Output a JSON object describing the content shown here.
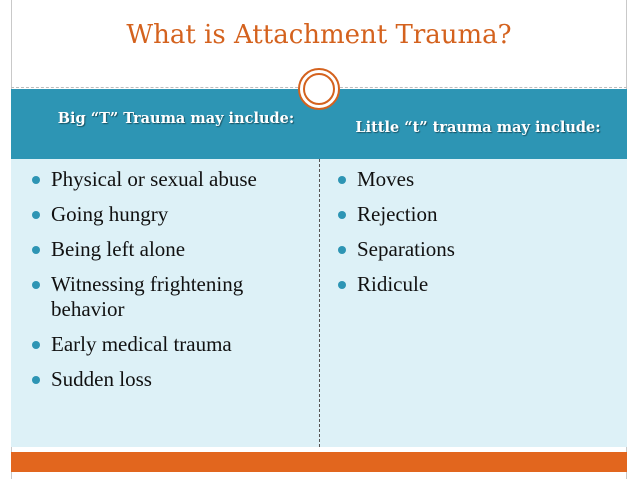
{
  "slide": {
    "title": "What is Attachment Trauma?"
  },
  "table": {
    "headers": [
      "Big “T” Trauma may include:",
      "Little “t” trauma may include:"
    ],
    "left_items": [
      "Physical or sexual abuse",
      "Going hungry",
      "Being left alone",
      "Witnessing frightening behavior",
      "Early medical trauma",
      "Sudden loss"
    ],
    "right_items": [
      "Moves",
      "Rejection",
      "Separations",
      "Ridicule"
    ]
  },
  "colors": {
    "accent": "#d4621e",
    "header_bg": "#2d95b4",
    "body_bg": "#ddf1f7",
    "footer_bar": "#e2661e"
  }
}
